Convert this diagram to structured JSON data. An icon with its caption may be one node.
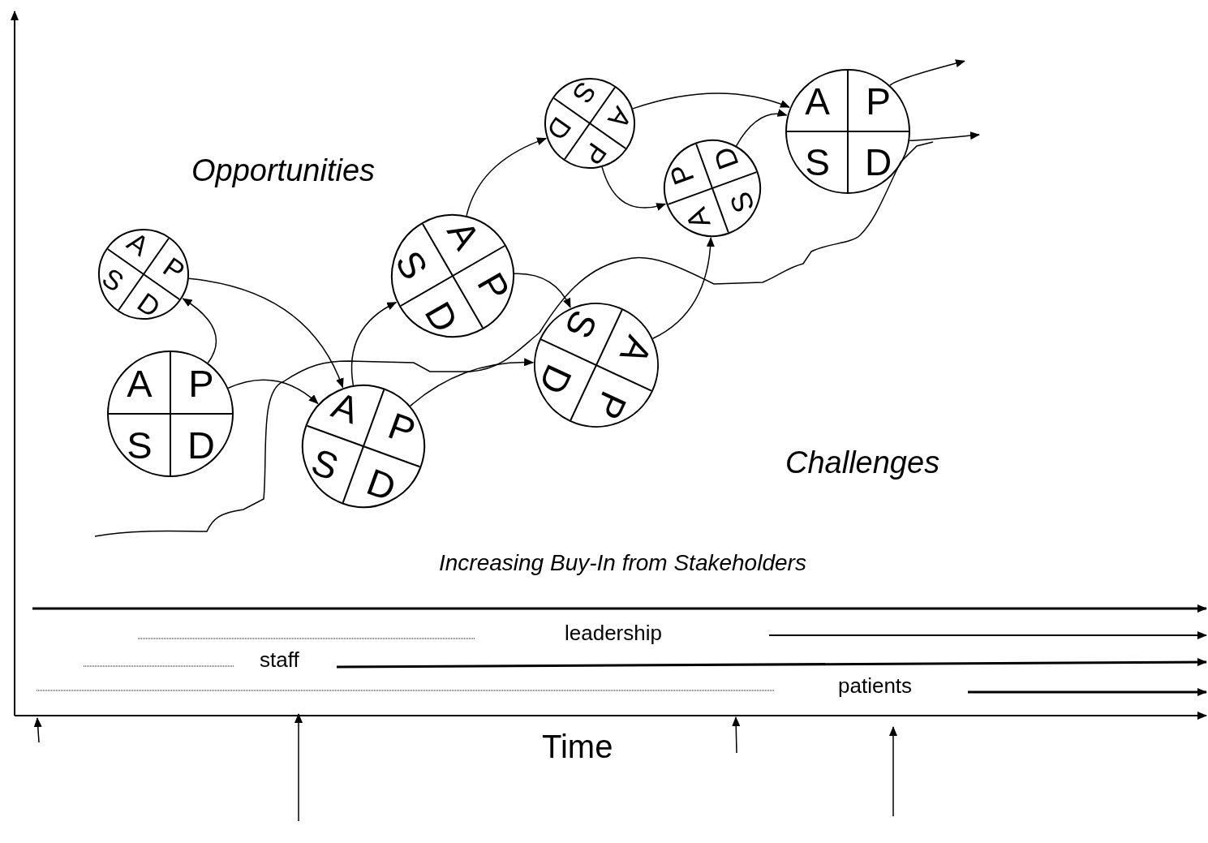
{
  "diagram": {
    "nodes": [
      {
        "text": [
          "A",
          "P",
          "S",
          "D"
        ]
      },
      {
        "text": [
          "A",
          "P",
          "S",
          "D"
        ]
      },
      {
        "text": [
          "A",
          "P",
          "S",
          "D"
        ]
      },
      {
        "text": [
          "A",
          "P",
          "S",
          "D"
        ]
      },
      {
        "text": [
          "A",
          "P",
          "S",
          "D"
        ]
      },
      {
        "text": [
          "A",
          "P",
          "S",
          "D"
        ]
      },
      {
        "text": [
          "A",
          "P",
          "S",
          "D"
        ]
      },
      {
        "text": [
          "A",
          "P",
          "S",
          "D"
        ]
      }
    ],
    "edges": [
      {
        "from": 1,
        "to": 0,
        "arrow": "to"
      },
      {
        "from": 0,
        "to": 2,
        "arrow": "to"
      },
      {
        "from": 1,
        "to": 2,
        "arrow": "to"
      },
      {
        "from": 2,
        "to": 3,
        "arrow": "to"
      },
      {
        "from": 2,
        "to": 5,
        "arrow": "to"
      },
      {
        "from": 3,
        "to": 4,
        "arrow": "to"
      },
      {
        "from": 3,
        "to": 5,
        "arrow": "to"
      },
      {
        "from": 4,
        "to": 6,
        "arrow": "to"
      },
      {
        "from": 5,
        "to": 6,
        "arrow": "to"
      },
      {
        "from": 4,
        "to": 7,
        "arrow": "to"
      },
      {
        "from": 6,
        "to": 7,
        "arrow": "to"
      },
      {
        "from": 7,
        "to": null,
        "arrow": "to"
      },
      {
        "from": 7,
        "to": null,
        "arrow": "to"
      }
    ],
    "labels": [
      "Opportunities",
      "Challenges",
      "Increasing Buy-In from Stakeholders",
      "leadership",
      "staff",
      "patients",
      "Time"
    ]
  }
}
